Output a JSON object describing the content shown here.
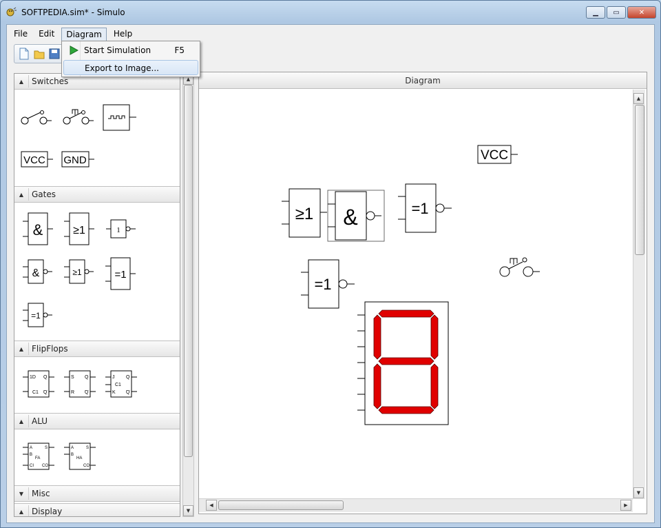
{
  "window": {
    "title": "SOFTPEDIA.sim* - Simulo"
  },
  "menu": {
    "items": [
      "File",
      "Edit",
      "Diagram",
      "Help"
    ]
  },
  "dropdown": {
    "items": [
      {
        "label": "Start Simulation",
        "shortcut": "F5",
        "icon": "play-icon"
      },
      {
        "label": "Export to Image...",
        "shortcut": ""
      }
    ]
  },
  "toolbox": {
    "groups": [
      {
        "label": "Switches"
      },
      {
        "label": "Gates"
      },
      {
        "label": "FlipFlops"
      },
      {
        "label": "ALU"
      },
      {
        "label": "Misc"
      },
      {
        "label": "Display"
      }
    ],
    "texts": {
      "vcc": "VCC",
      "gnd": "GND",
      "and": "&",
      "or": "≥1",
      "not": "1",
      "xor": "=1",
      "ff_d": [
        "1D",
        "C1",
        "Q",
        "Q"
      ],
      "ff_sr": [
        "S",
        "R",
        "Q",
        "Q"
      ],
      "ff_jk": [
        "J",
        "C1",
        "K",
        "Q",
        "Q"
      ],
      "alu_fa": [
        "A",
        "B",
        "FA",
        "CI",
        "S",
        "CO"
      ],
      "alu_ha": [
        "A",
        "B",
        "HA",
        "S",
        "CO"
      ]
    }
  },
  "diagram": {
    "title": "Diagram",
    "vcc": "VCC",
    "or_gate": "≥1",
    "and_gate": "&",
    "xnor_gate": "=1",
    "xnor_gate2": "=1",
    "seg_color": "#e00000"
  }
}
